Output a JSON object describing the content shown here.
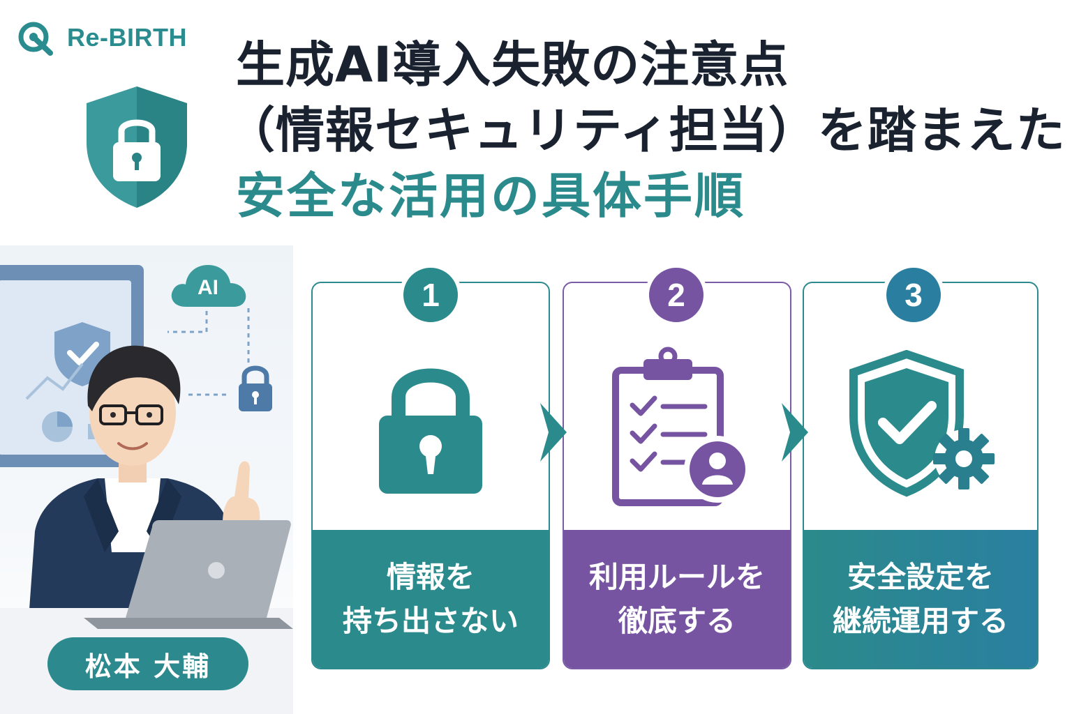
{
  "brand": {
    "logo_text": "Re-BIRTH",
    "accent": "#2b8a8b",
    "purple": "#7654a2",
    "blue": "#2a7fa0"
  },
  "title": {
    "line1": "生成AI導入失敗の注意点",
    "line2": "（情報セキュリティ担当）を踏まえた",
    "line3": "安全な活用の具体手順"
  },
  "illustration": {
    "cloud_label": "AI",
    "person_name": "松本 大輔"
  },
  "steps": [
    {
      "number": "1",
      "icon": "lock-icon",
      "line1": "情報を",
      "line2": "持ち出さない"
    },
    {
      "number": "2",
      "icon": "clipboard-checklist-icon",
      "line1": "利用ルールを",
      "line2": "徹底する"
    },
    {
      "number": "3",
      "icon": "shield-gear-icon",
      "line1": "安全設定を",
      "line2": "継続運用する"
    }
  ]
}
